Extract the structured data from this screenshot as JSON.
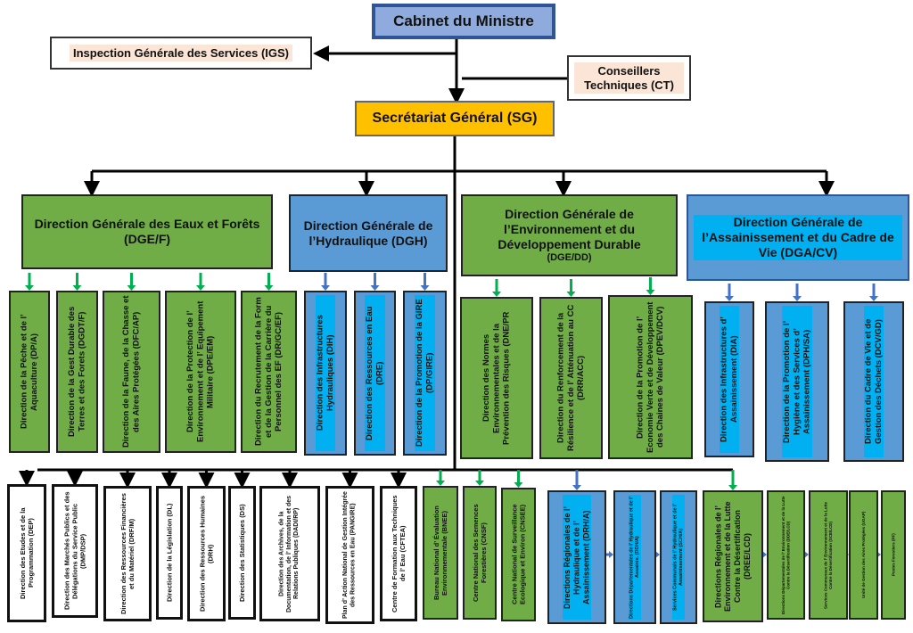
{
  "top": {
    "cabinet": "Cabinet du Ministre",
    "igs": "Inspection Générale des Services (IGS)",
    "ct": "Conseillers Techniques (CT)",
    "sg": "Secrétariat Général (SG)"
  },
  "general_directorates": [
    "Direction Générale des Eaux et Forêts (DGE/F)",
    "Direction Générale de l’Hydraulique (DGH)",
    "Direction Générale de l’Environnement et du Développement Durable",
    "Direction Générale de l’Assainissement et du Cadre de Vie (DGA/CV)"
  ],
  "dge_dd_acronym": "(DGE/DD)",
  "directorates": [
    "Direction de la Pêche  et de l’ Aquaculture (DP/A)",
    "Direction de la Gest Durable des Terres et des Forets (DGDT/F)",
    "Direction de la Faune, de la Chasse et des Aires Protégées (DFC/AP)",
    "Direction de la Protection de l’ Environnement et de l’ Equipement Militaire (DPE/EM)",
    "Direction du Recrutement de la Form et de la Gestion de la Carrière du Personnel des EF (DR/GC/EF)",
    "Direction des Infrastructures Hydrauliques (DIH)",
    "Direction des Ressources en Eau (DRE)",
    "Direction de la Promotion de la GIRE (DP/GIRE)",
    "Direction des Normes Environnementales et de la Prévention des Risques (DNE/PR",
    "Direction du Renforcement de la Résilience et de l’ Atténuation au CC (DRR/ACC)",
    "Direction de la Promotion de l’ Economie Verte et de Développement des Chaines de Valeur (DPEV/DCV)",
    "Direction des Infrastructures d’ Assainissement (DIA)",
    "Direction de la Promotion de l’ Hygiène et des Services d’ Assainissement (DPH/SA)",
    "Direction du Cadre de Vie et de Gestion des Déchets (DCV/GD)"
  ],
  "attached_structures": [
    "Direction des Etudes et de la Programmation (DEP)",
    "Direction des Marchés Publics et des Délégations du Service Public (DMP/DSP)",
    "Direction des Ressources Financières et du Matériel (DRF/M)",
    "Direction de la Législation (DL)",
    "Direction des Ressources Humaines (DRH)",
    "Direction des Statistiques (DS)",
    "Direction des Archives, de la Documentation, de l’ Information et des Relations Publiques (DADI/RP)",
    "Plan d’ Action National de Gestion Intégrée des Ressources en Eau (PANGIRE)",
    "Centre de Formation aux Techniques de l’ Eau (CFTEA)",
    "Bureau National d’ Évaluation Environmementale (BNEE)",
    "Centre National des Semences Forestières (CNSF)",
    "Centre National de Surveillance Ecologique et Environ (CNSEE)",
    "Directions Régionales de l’ Hydraulique et de l’ Assainissement (DRH/A)",
    "Directions Départementales de l’ Hydraulique et de l’ Assainis. (DDH/A)",
    "Services Communals de l’ Hydraulique et de l’ Assainissement (SCH/A)",
    "Directions Régionales de l’ Environnement et de la Lutte Contre la Désertification (DREE/LCD)",
    "Directions Départementales de l’ Environnement et de la Lutte Contre la Désertification (DDE/LCD)",
    "Services Communaux de l’ Environnement et de la Lutte Contre la Désertification (SCE/LCD)",
    "Unité de Gestion des Aires Protégées (UGAP)",
    "Postes Forestiers (PF)"
  ],
  "colors": {
    "cabinet": "#8faadc",
    "sg": "#ffc000",
    "green": "#70ad47",
    "blue": "#5b9bd5",
    "cyan_highlight": "#00b0f0",
    "pink_highlight": "#fbe5d6"
  }
}
